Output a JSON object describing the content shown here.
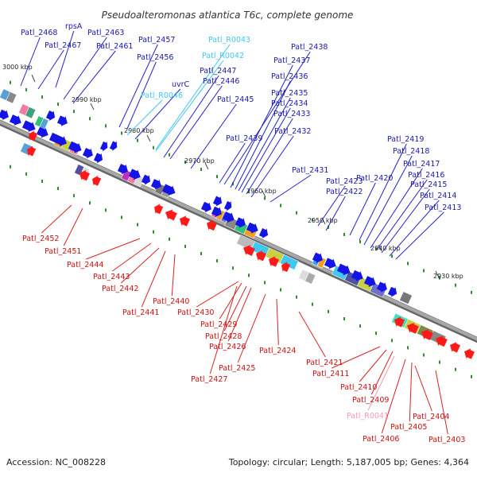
{
  "title": "Pseudoalteromonas atlantica T6c, complete genome",
  "accession": "Accession: NC_008228",
  "topology": "Topology: circular; Length: 5,187,005 bp; Genes: 4,364",
  "colors": {
    "backbone": "#8a8a8a",
    "forward_gene": "#1414e6",
    "reverse_gene": "#ff1a1a",
    "rna_label": "#3fc7ee",
    "pink_label": "#f29ab8",
    "tick": "#2e8b2e"
  },
  "kbp_markers": [
    "3000 kbp",
    "2990 kbp",
    "2980 kbp",
    "2970 kbp",
    "2960 kbp",
    "2950 kbp",
    "2940 kbp",
    "2930 kbp"
  ],
  "top_labels": [
    {
      "text": "Patl_2468",
      "color": "#1a1aaa"
    },
    {
      "text": "rpsA",
      "color": "#1a1aaa"
    },
    {
      "text": "Patl_2467",
      "color": "#1a1aaa"
    },
    {
      "text": "Patl_2463",
      "color": "#1a1aaa"
    },
    {
      "text": "Patl_2461",
      "color": "#1a1aaa"
    },
    {
      "text": "Patl_2457",
      "color": "#1a1aaa"
    },
    {
      "text": "Patl_2456",
      "color": "#1a1aaa"
    },
    {
      "text": "Patl_R0043",
      "color": "#3fc7ee"
    },
    {
      "text": "Patl_R0042",
      "color": "#3fc7ee"
    },
    {
      "text": "uvrC",
      "color": "#1a1aaa"
    },
    {
      "text": "Patl_R0046",
      "color": "#3fc7ee"
    },
    {
      "text": "Patl_2447",
      "color": "#1a1aaa"
    },
    {
      "text": "Patl_2446",
      "color": "#1a1aaa"
    },
    {
      "text": "Patl_2445",
      "color": "#1a1aaa"
    },
    {
      "text": "Patl_2438",
      "color": "#1a1aaa"
    },
    {
      "text": "Patl_2437",
      "color": "#1a1aaa"
    },
    {
      "text": "Patl_2436",
      "color": "#1a1aaa"
    },
    {
      "text": "Patl_2435",
      "color": "#1a1aaa"
    },
    {
      "text": "Patl_2434",
      "color": "#1a1aaa"
    },
    {
      "text": "Patl_2433",
      "color": "#1a1aaa"
    },
    {
      "text": "Patl_2432",
      "color": "#1a1aaa"
    },
    {
      "text": "Patl_2439",
      "color": "#1a1aaa"
    },
    {
      "text": "Patl_2431",
      "color": "#1a1aaa"
    },
    {
      "text": "Patl_2423",
      "color": "#1a1aaa"
    },
    {
      "text": "Patl_2422",
      "color": "#1a1aaa"
    },
    {
      "text": "Patl_2420",
      "color": "#1a1aaa"
    },
    {
      "text": "Patl_2419",
      "color": "#1a1aaa"
    },
    {
      "text": "Patl_2418",
      "color": "#1a1aaa"
    },
    {
      "text": "Patl_2417",
      "color": "#1a1aaa"
    },
    {
      "text": "Patl_2416",
      "color": "#1a1aaa"
    },
    {
      "text": "Patl_2415",
      "color": "#1a1aaa"
    },
    {
      "text": "Patl_2414",
      "color": "#1a1aaa"
    },
    {
      "text": "Patl_2413",
      "color": "#1a1aaa"
    }
  ],
  "bottom_labels": [
    {
      "text": "Patl_2452",
      "color": "#cc1111"
    },
    {
      "text": "Patl_2451",
      "color": "#cc1111"
    },
    {
      "text": "Patl_2444",
      "color": "#cc1111"
    },
    {
      "text": "Patl_2443",
      "color": "#cc1111"
    },
    {
      "text": "Patl_2442",
      "color": "#cc1111"
    },
    {
      "text": "Patl_2441",
      "color": "#cc1111"
    },
    {
      "text": "Patl_2440",
      "color": "#cc1111"
    },
    {
      "text": "Patl_2430",
      "color": "#cc1111"
    },
    {
      "text": "Patl_2429",
      "color": "#cc1111"
    },
    {
      "text": "Patl_2428",
      "color": "#cc1111"
    },
    {
      "text": "Patl_2426",
      "color": "#cc1111"
    },
    {
      "text": "Patl_2425",
      "color": "#cc1111"
    },
    {
      "text": "Patl_2427",
      "color": "#cc1111"
    },
    {
      "text": "Patl_2424",
      "color": "#cc1111"
    },
    {
      "text": "Patl_2421",
      "color": "#cc1111"
    },
    {
      "text": "Patl_2411",
      "color": "#cc1111"
    },
    {
      "text": "Patl_2410",
      "color": "#cc1111"
    },
    {
      "text": "Patl_2409",
      "color": "#cc1111"
    },
    {
      "text": "Patl_R0041",
      "color": "#f29ab8"
    },
    {
      "text": "Patl_2404",
      "color": "#cc1111"
    },
    {
      "text": "Patl_2405",
      "color": "#cc1111"
    },
    {
      "text": "Patl_2406",
      "color": "#cc1111"
    },
    {
      "text": "Patl_2403",
      "color": "#cc1111"
    }
  ]
}
